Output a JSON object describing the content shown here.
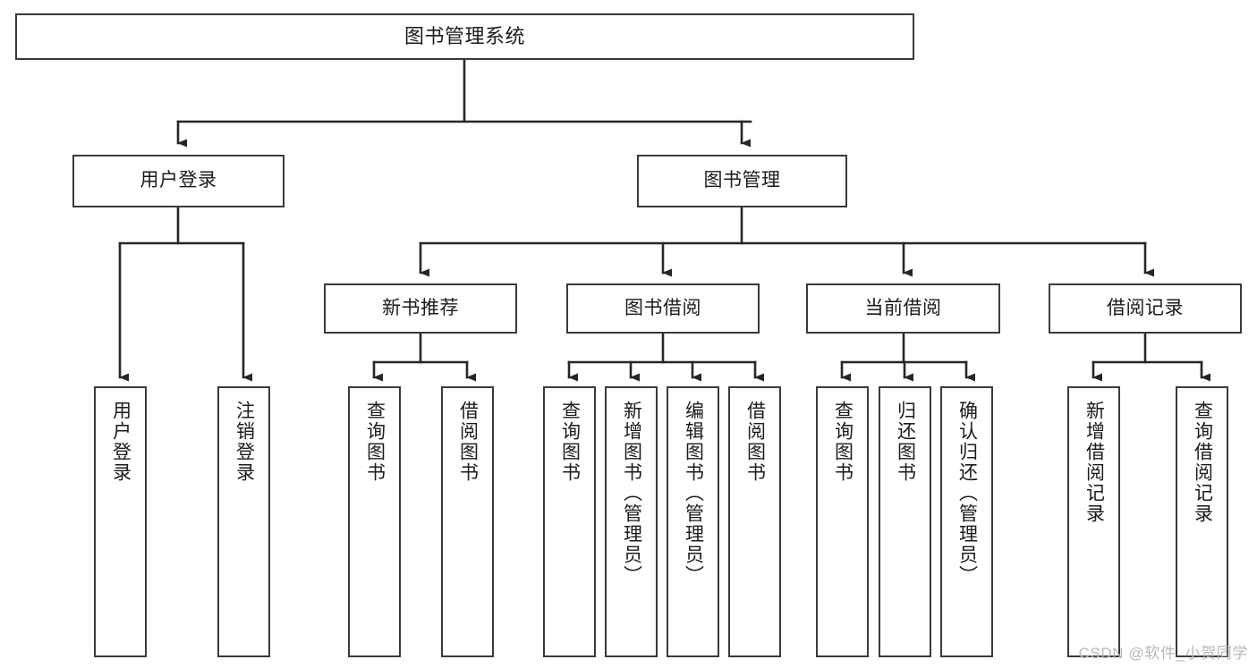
{
  "diagram": {
    "title": "图书管理系统",
    "type": "tree-hierarchy-chart",
    "orientation": "top-down",
    "colors": {
      "node_border": "#3a3a3a",
      "node_fill": "#ffffff",
      "edge": "#262626",
      "text": "#1b1b1b",
      "watermark": "#b9b9b9"
    }
  },
  "watermark": {
    "text": "CSDN @软件_小贺同学"
  },
  "nodes": {
    "root": {
      "label": "图书管理系统"
    },
    "level2": [
      {
        "id": "user-login",
        "label": "用户登录"
      },
      {
        "id": "book-manage",
        "label": "图书管理"
      }
    ],
    "level3": [
      {
        "id": "new-book-recommend",
        "label": "新书推荐"
      },
      {
        "id": "book-borrow",
        "label": "图书借阅"
      },
      {
        "id": "current-borrow",
        "label": "当前借阅"
      },
      {
        "id": "borrow-record",
        "label": "借阅记录"
      }
    ],
    "leaves": {
      "user-login": [
        {
          "id": "leaf-user-login",
          "label": "用户登录"
        },
        {
          "id": "leaf-logout-login",
          "label": "注销登录"
        }
      ],
      "new-book-recommend": [
        {
          "id": "leaf-query-book-1",
          "label": "查询图书"
        },
        {
          "id": "leaf-borrow-book-1",
          "label": "借阅图书"
        }
      ],
      "book-borrow": [
        {
          "id": "leaf-query-book-2",
          "label": "查询图书"
        },
        {
          "id": "leaf-add-book",
          "label": "新增图书（管理员）"
        },
        {
          "id": "leaf-edit-book",
          "label": "编辑图书（管理员）"
        },
        {
          "id": "leaf-borrow-book-2",
          "label": "借阅图书"
        }
      ],
      "current-borrow": [
        {
          "id": "leaf-query-book-3",
          "label": "查询图书"
        },
        {
          "id": "leaf-return-book",
          "label": "归还图书"
        },
        {
          "id": "leaf-confirm-return",
          "label": "确认归还（管理员）"
        }
      ],
      "borrow-record": [
        {
          "id": "leaf-add-borrow-record",
          "label": "新增借阅记录"
        },
        {
          "id": "leaf-query-borrow-record",
          "label": "查询借阅记录"
        }
      ]
    }
  }
}
